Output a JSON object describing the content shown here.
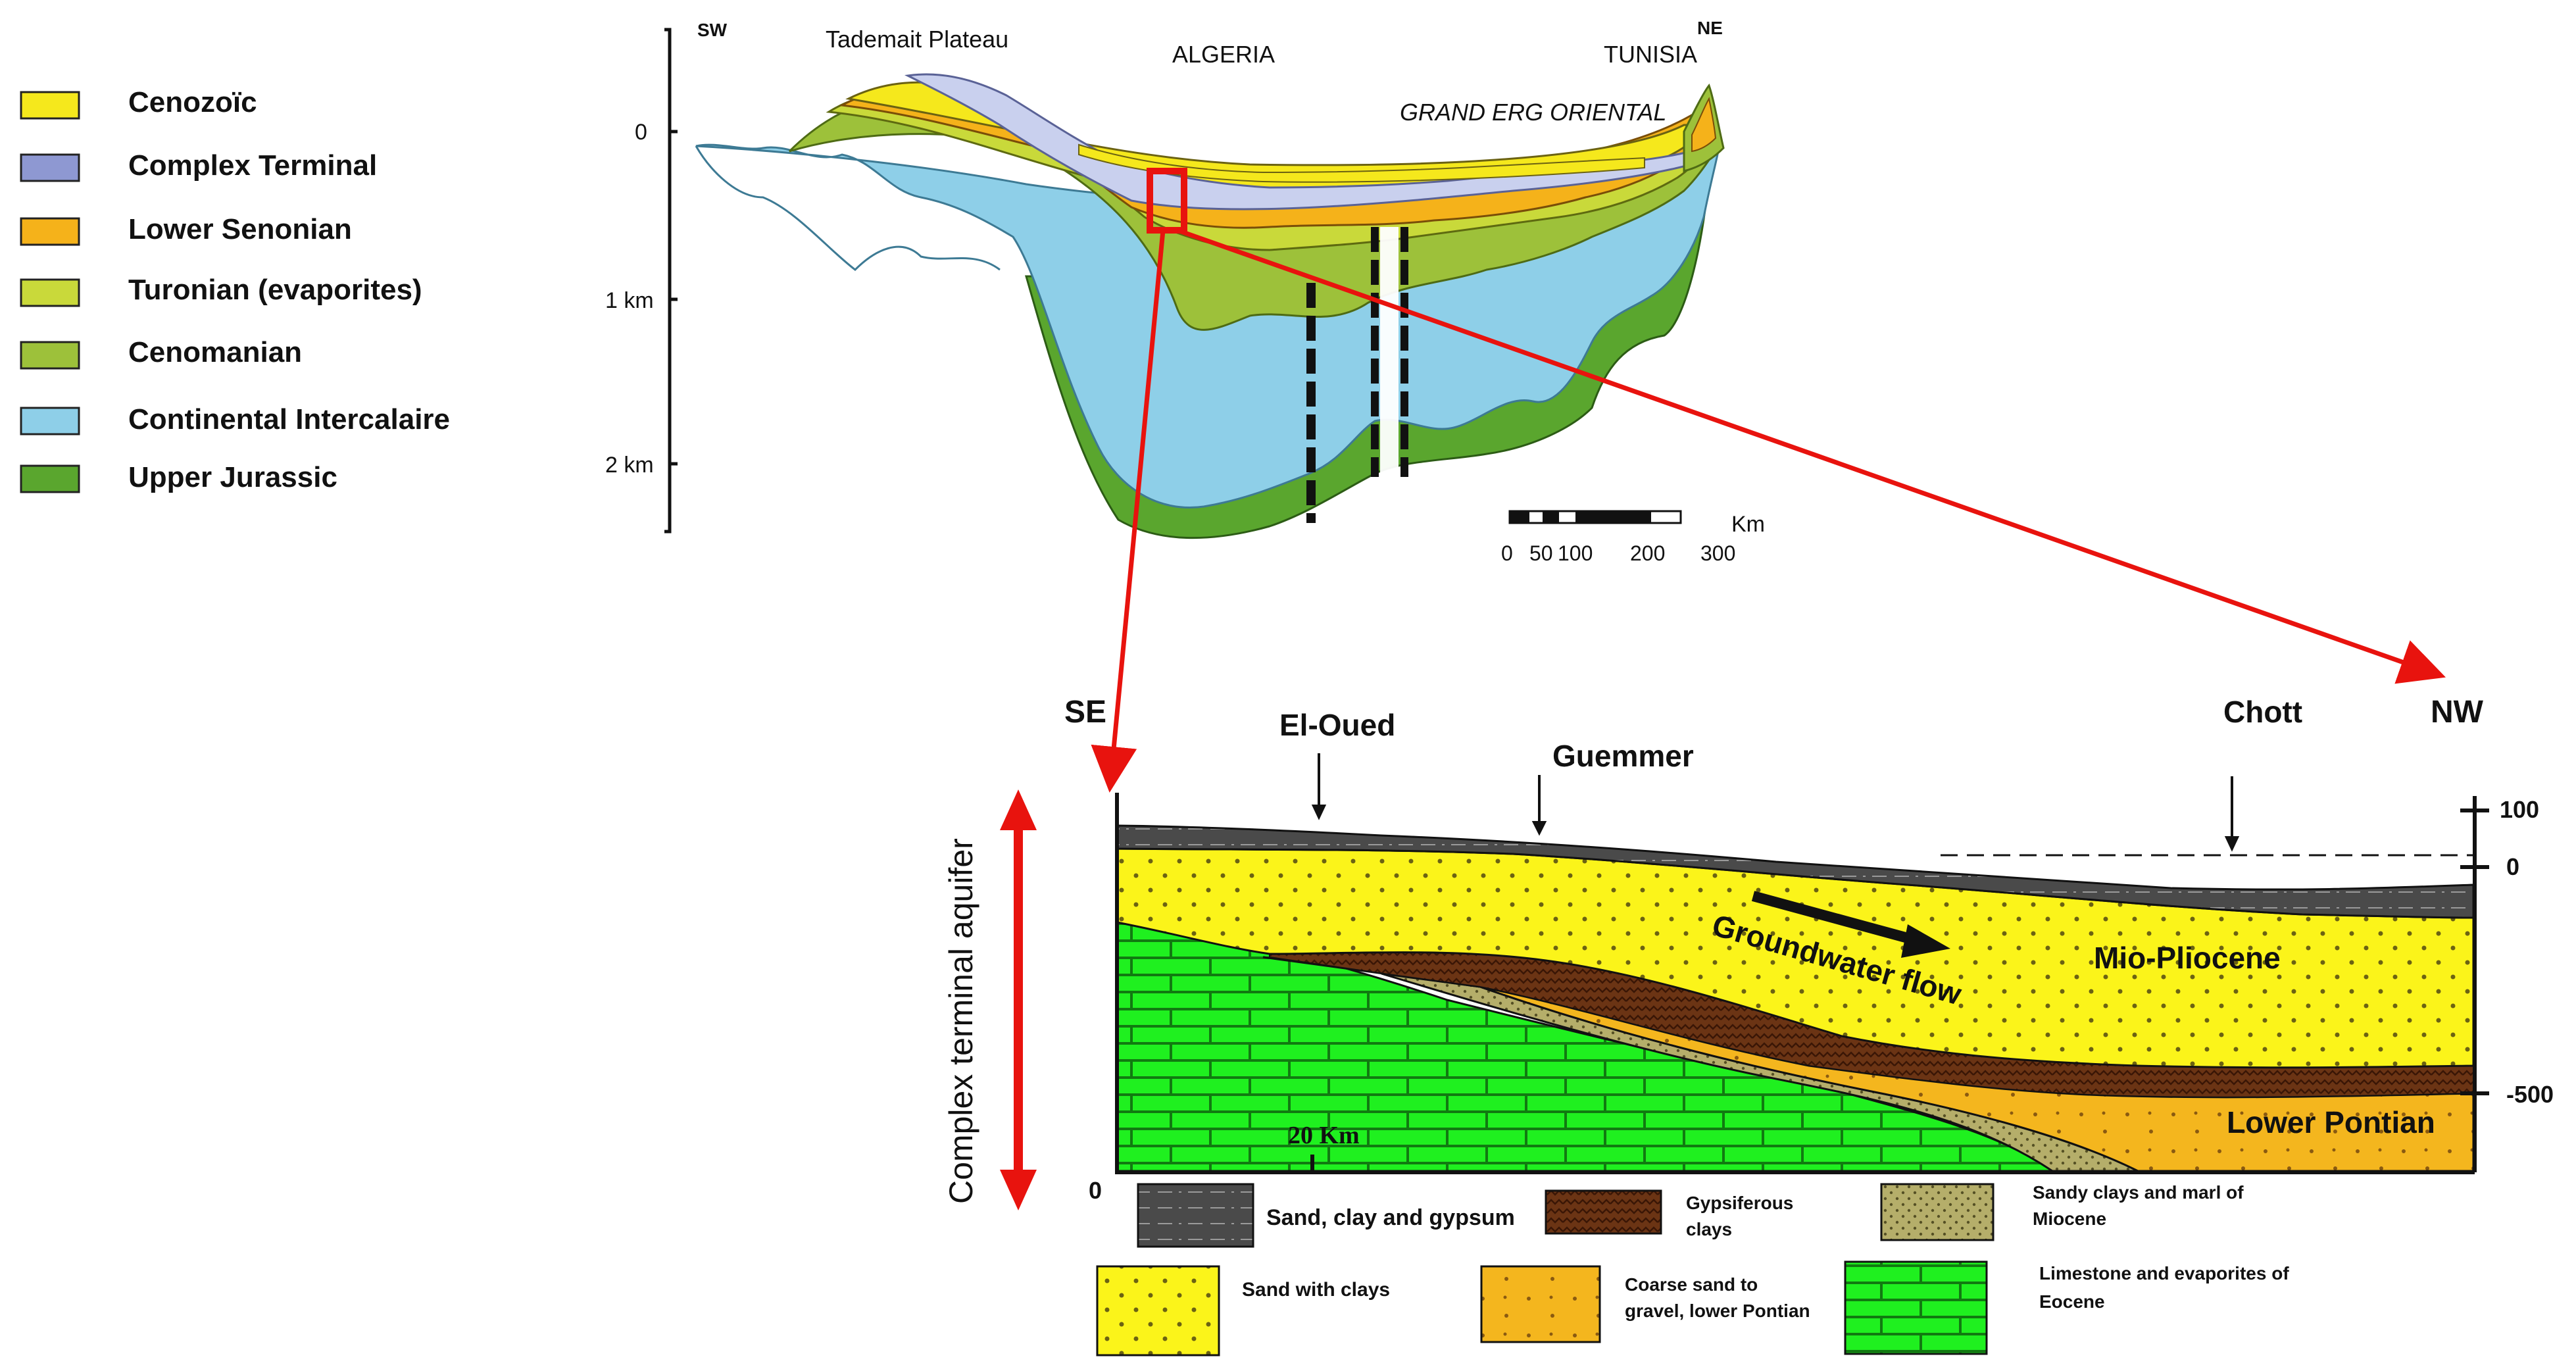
{
  "legend_top": [
    {
      "label": "Cenozoïc",
      "color": "#f5e81c"
    },
    {
      "label": "Complex Terminal",
      "color": "#8e98d2"
    },
    {
      "label": "Lower Senonian",
      "color": "#f5b21a"
    },
    {
      "label": "Turonian (evaporites)",
      "color": "#c9d93a"
    },
    {
      "label": "Cenomanian",
      "color": "#9dc13a"
    },
    {
      "label": "Continental Intercalaire",
      "color": "#8ecfe8"
    },
    {
      "label": "Upper Jurassic",
      "color": "#5aa62e"
    }
  ],
  "section_top": {
    "sw": "SW",
    "ne": "NE",
    "tademait": "Tademait Plateau",
    "algeria": "ALGERIA",
    "tunisia": "TUNISIA",
    "grand_erg": "GRAND ERG ORIENTAL",
    "depth_0": "0",
    "depth_1": "1 km",
    "depth_2": "2 km",
    "scale_unit": "Km",
    "scale_0": "0",
    "scale_50": "50",
    "scale_100": "100",
    "scale_200": "200",
    "scale_300": "300"
  },
  "section_bottom": {
    "se": "SE",
    "nw": "NW",
    "el_oued": "El-Oued",
    "guemmer": "Guemmer",
    "chott": "Chott",
    "elev_100": "100",
    "elev_0": "0",
    "elev_500": "-500",
    "origin": "0",
    "distance": "20 Km",
    "flow": "Groundwater flow",
    "mio": "Mio-Pliocene",
    "lower_pontian": "Lower Pontian",
    "aquifer": "Complex terminal aquifer"
  },
  "legend_bottom": {
    "sand_clay_gypsum": "Sand, clay and gypsum",
    "gyps_1": "Gypsiferous",
    "gyps_2": "clays",
    "sandy_1": "Sandy clays and marl of",
    "sandy_2": "Miocene",
    "sand_clays": "Sand with clays",
    "coarse_1": "Coarse sand to",
    "coarse_2": "gravel, lower Pontian",
    "lime_1": "Limestone and evaporites of",
    "lime_2": "Eocene"
  }
}
